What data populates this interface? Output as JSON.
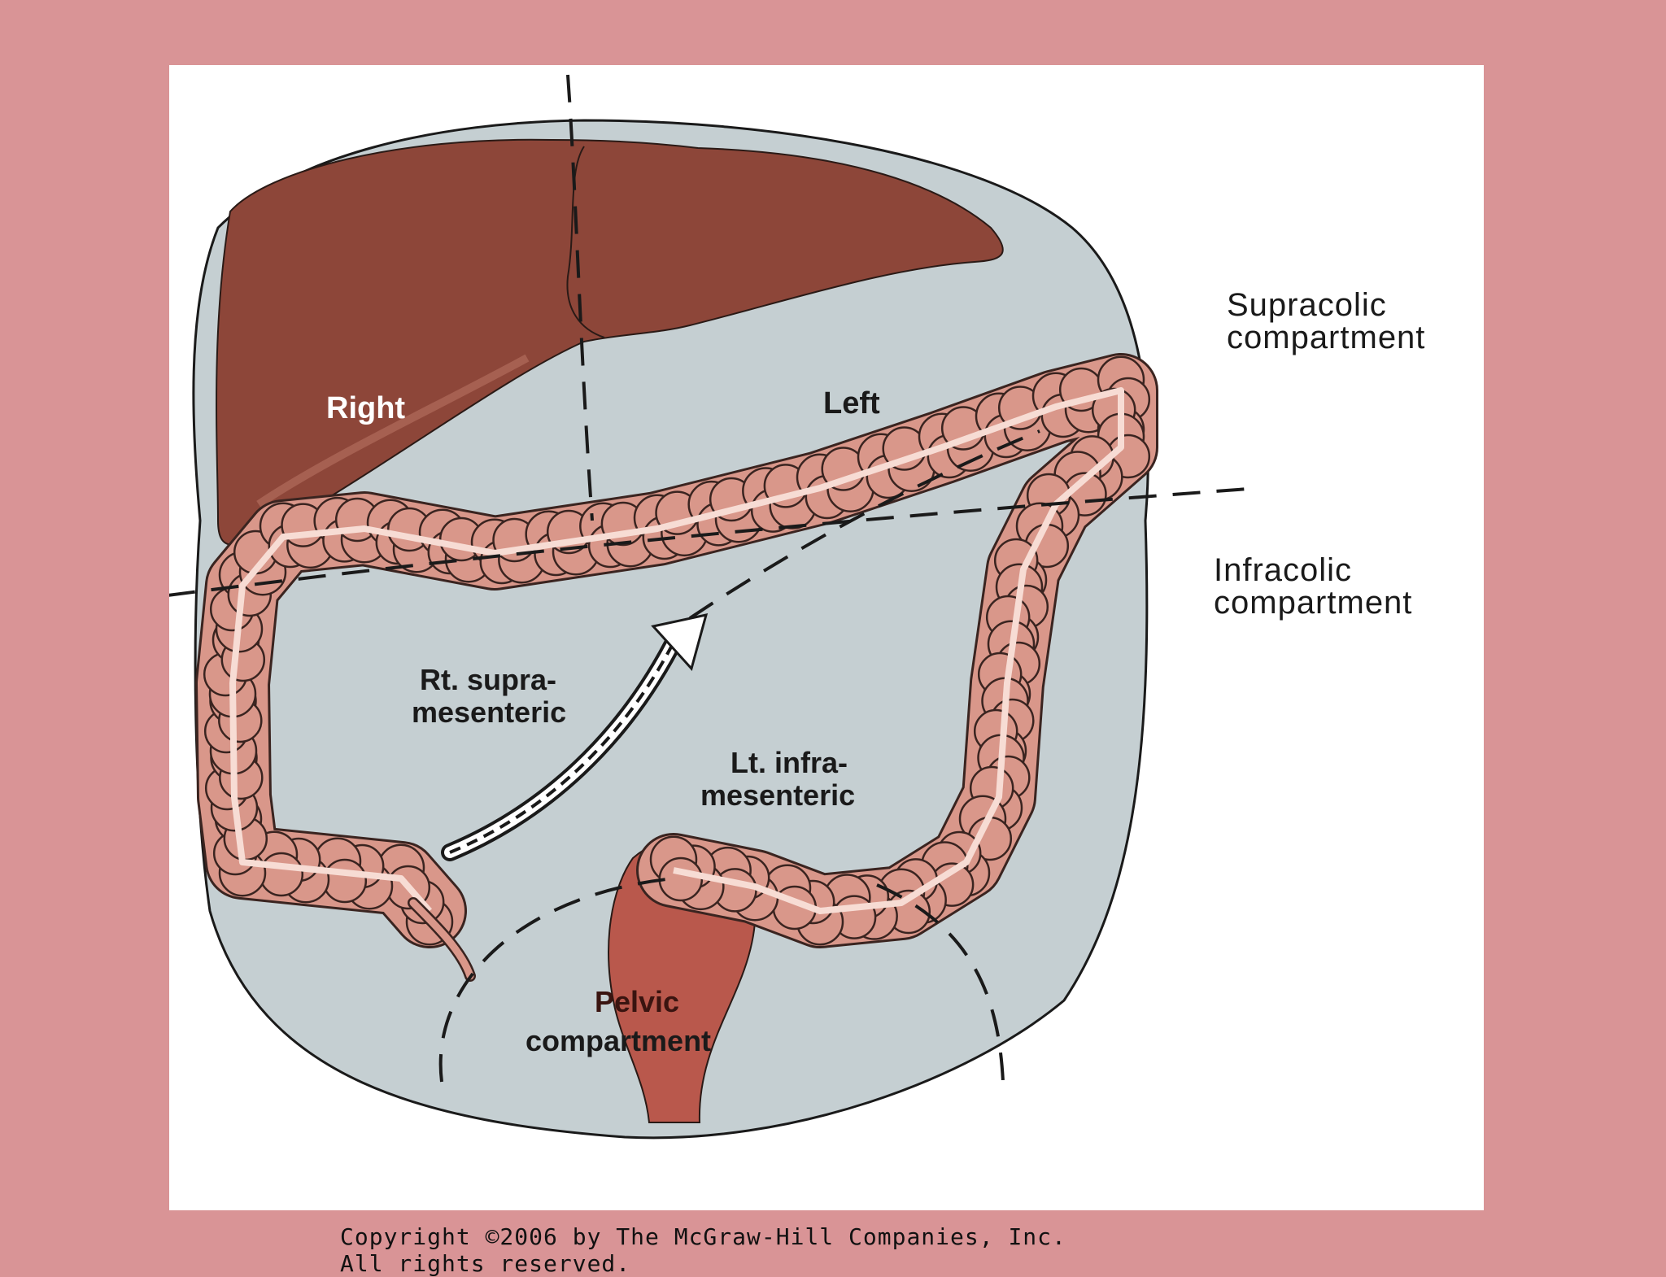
{
  "colors": {
    "slide_background": "#d99496",
    "panel_background": "#ffffff",
    "abdomen_fill": "#c5cfd2",
    "liver": "#8d4639",
    "colon": "#d9978a",
    "colon_outline": "#3a2420",
    "rectum": "#b9584c"
  },
  "labels": {
    "right": "Right",
    "left": "Left",
    "supracolic_line1": "Supracolic",
    "supracolic_line2": "compartment",
    "infracolic_line1": "Infracolic",
    "infracolic_line2": "compartment",
    "rt_supra_line1": "Rt. supra-",
    "rt_supra_line2": "mesenteric",
    "lt_infra_line1": "Lt. infra-",
    "lt_infra_line2": "mesenteric",
    "pelvic_line1": "Pelvic",
    "pelvic_line2": "compartment"
  },
  "copyright": {
    "line1": "Copyright ©2006 by The McGraw-Hill Companies, Inc.",
    "line2": "All rights reserved."
  }
}
